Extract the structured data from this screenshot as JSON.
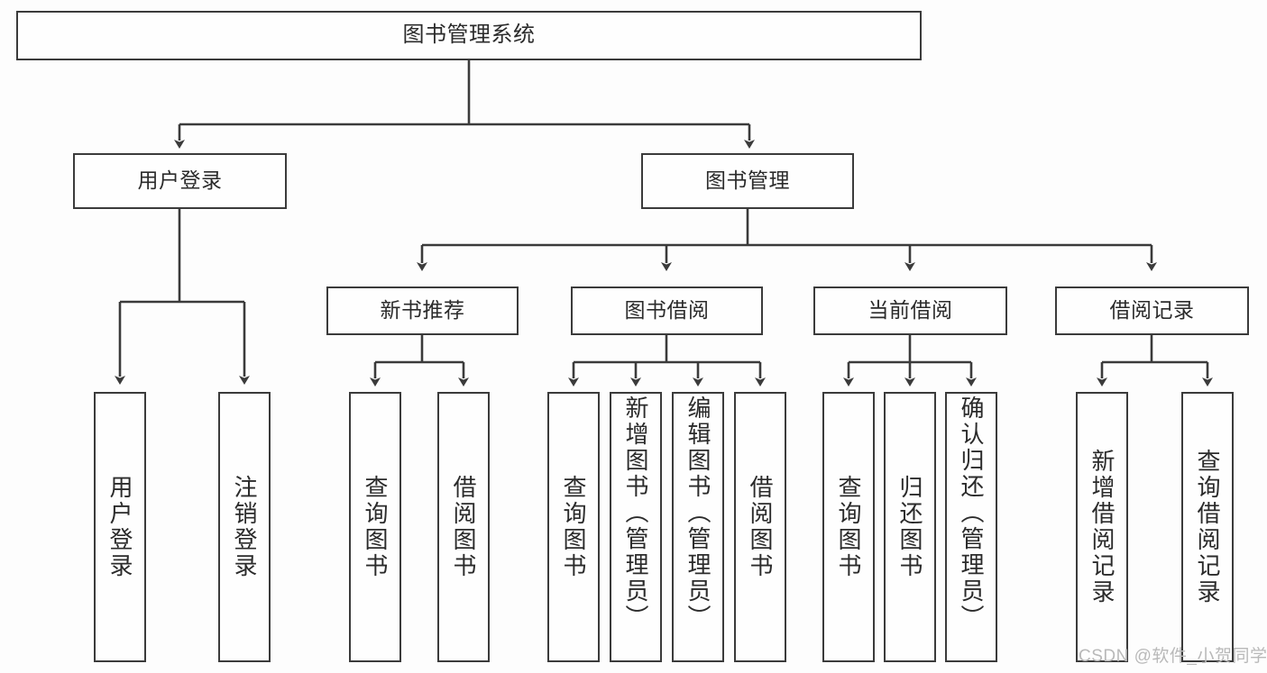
{
  "diagram": {
    "title": "图书管理系统",
    "type": "hierarchy-tree",
    "background_color": "#fdfdfd",
    "line_color": "#3b3b3b",
    "box_border_color": "#3b3b3b",
    "box_fill_color": "#fefefe",
    "text_color": "#2b2b2b"
  },
  "nodes": {
    "root": {
      "label": "图书管理系统"
    },
    "level2": [
      {
        "label": "用户登录"
      },
      {
        "label": "图书管理"
      }
    ],
    "level3": [
      {
        "label": "新书推荐"
      },
      {
        "label": "图书借阅"
      },
      {
        "label": "当前借阅"
      },
      {
        "label": "借阅记录"
      }
    ],
    "leaves": {
      "user_login": [
        {
          "label": "用户登录"
        },
        {
          "label": "注销登录"
        }
      ],
      "new_book_recommend": [
        {
          "label": "查询图书"
        },
        {
          "label": "借阅图书"
        }
      ],
      "book_borrow": [
        {
          "label": "查询图书"
        },
        {
          "label": "新增图书（管理员）"
        },
        {
          "label": "编辑图书（管理员）"
        },
        {
          "label": "借阅图书"
        }
      ],
      "current_borrow": [
        {
          "label": "查询图书"
        },
        {
          "label": "归还图书"
        },
        {
          "label": "确认归还（管理员）"
        }
      ],
      "borrow_records": [
        {
          "label": "新增借阅记录"
        },
        {
          "label": "查询借阅记录"
        }
      ]
    }
  },
  "watermark": {
    "text": "CSDN @软件_小贺同学"
  }
}
